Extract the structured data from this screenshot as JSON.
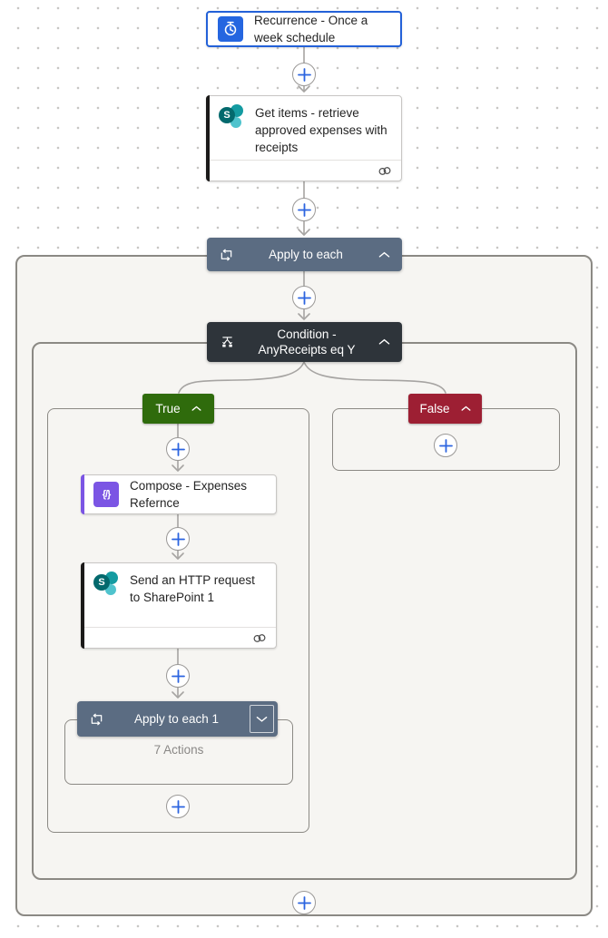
{
  "nodes": {
    "recurrence": {
      "title": "Recurrence - Once a week schedule",
      "icon": "clock-icon",
      "selected": true
    },
    "get_items": {
      "title": "Get items - retrieve approved expenses with receipts",
      "icon": "sharepoint-icon"
    },
    "apply_to_each": {
      "label": "Apply to each",
      "icon": "loop-icon",
      "state": "expanded"
    },
    "condition": {
      "label": "Condition - AnyReceipts eq Y",
      "icon": "condition-icon",
      "state": "expanded"
    },
    "true_branch": {
      "label": "True",
      "state": "expanded"
    },
    "false_branch": {
      "label": "False",
      "state": "expanded"
    },
    "compose": {
      "title": "Compose - Expenses Refernce",
      "icon": "braces-icon"
    },
    "http_request": {
      "title": "Send an HTTP request to SharePoint 1",
      "icon": "sharepoint-icon"
    },
    "apply_to_each_1": {
      "label": "Apply to each 1",
      "icon": "loop-icon",
      "state": "collapsed",
      "summary": "7 Actions"
    }
  },
  "icons": {
    "sharepoint_letter": "S",
    "compose_glyph": "{/}"
  },
  "colors": {
    "scope_header": "#5b6c82",
    "condition_header": "#2e343a",
    "true_label": "#2f6b0c",
    "false_label": "#9d1f33",
    "accent_blue": "#2361d8",
    "plus_blue": "#2b64e0",
    "compose_purple": "#7b55e4",
    "sharepoint_teal": "#03696d",
    "scope_background": "#f6f5f2",
    "connector_gray": "#a6a4a2"
  }
}
